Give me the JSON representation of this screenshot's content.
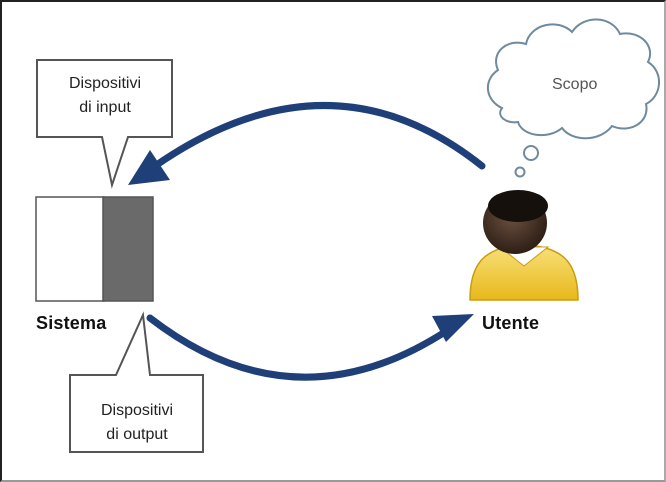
{
  "labels": {
    "system": "Sistema",
    "user": "Utente",
    "goal": "Scopo",
    "input_line1": "Dispositivi",
    "input_line2": "di input",
    "output_line1": "Dispositivi",
    "output_line2": "di output"
  },
  "colors": {
    "arrow": "#1f3f78",
    "system_left": "#ffffff",
    "system_right": "#6a6a6a",
    "callout_border": "#555555",
    "user_shirt": "#f3cf32",
    "user_skin": "#3a2a1e"
  },
  "icons": {
    "user": "person-icon",
    "thought": "thought-cloud-icon"
  }
}
